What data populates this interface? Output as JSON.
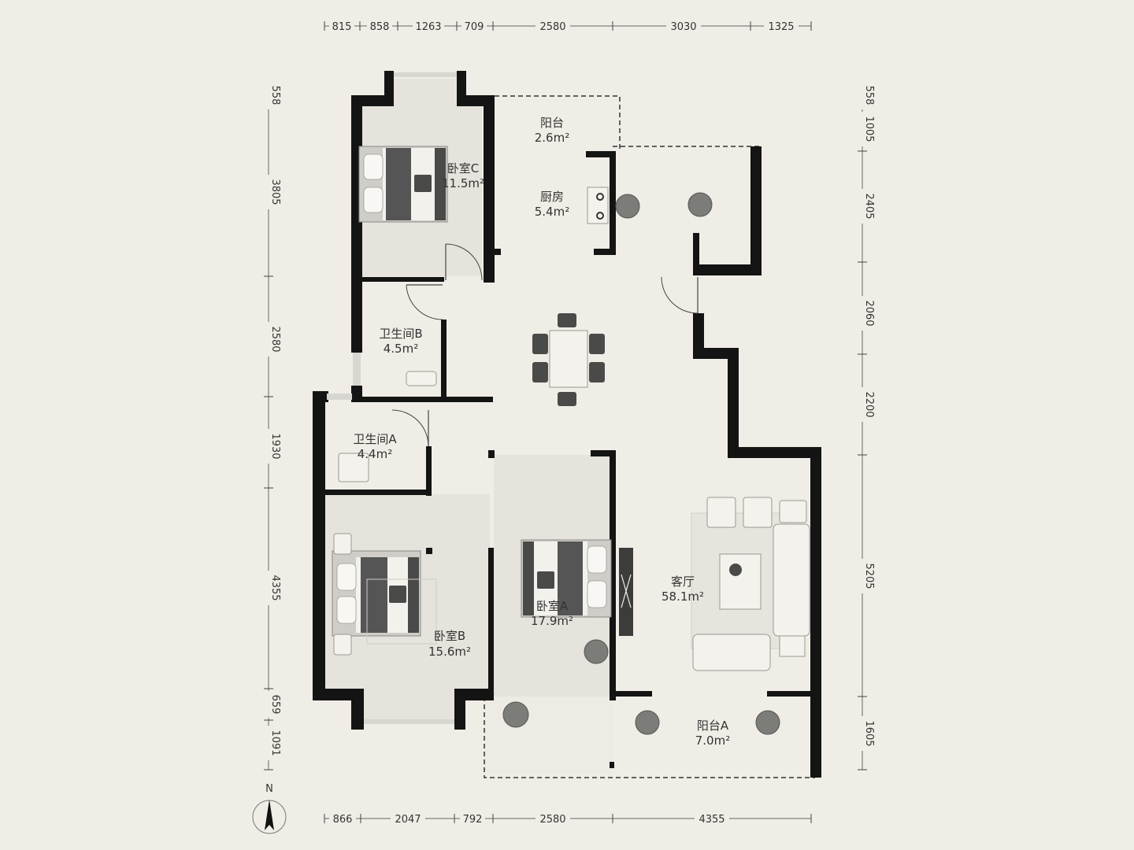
{
  "rooms": {
    "balcony_top": {
      "name": "阳台",
      "area": "2.6m²"
    },
    "bedroom_c": {
      "name": "卧室C",
      "area": "11.5m²"
    },
    "kitchen": {
      "name": "厨房",
      "area": "5.4m²"
    },
    "bathroom_b": {
      "name": "卫生间B",
      "area": "4.5m²"
    },
    "bathroom_a": {
      "name": "卫生间A",
      "area": "4.4m²"
    },
    "bedroom_b": {
      "name": "卧室B",
      "area": "15.6m²"
    },
    "bedroom_a": {
      "name": "卧室A",
      "area": "17.9m²"
    },
    "living": {
      "name": "客厅",
      "area": "58.1m²"
    },
    "balcony_a": {
      "name": "阳台A",
      "area": "7.0m²"
    }
  },
  "dimensions": {
    "top": [
      "815",
      "858",
      "1263",
      "709",
      "2580",
      "3030",
      "1325"
    ],
    "bottom": [
      "866",
      "2047",
      "792",
      "2580",
      "4355"
    ],
    "left": [
      "558",
      "3805",
      "2580",
      "1930",
      "4355",
      "659",
      "1091"
    ],
    "right": [
      "558",
      "1005",
      "2405",
      "2060",
      "2200",
      "5205",
      "1605"
    ]
  },
  "compass": {
    "label": "N"
  }
}
